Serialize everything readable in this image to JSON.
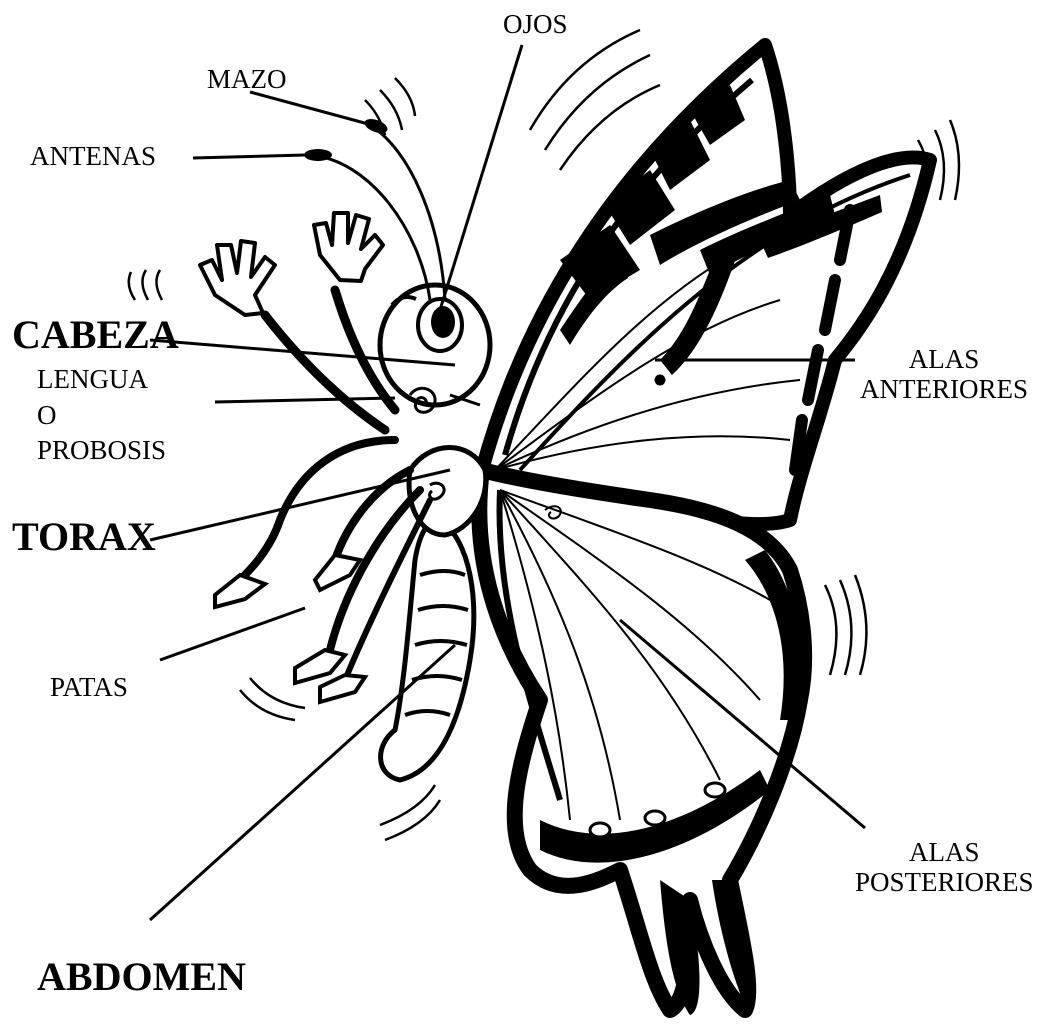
{
  "diagram": {
    "labels": {
      "ojos": "OJOS",
      "mazo": "MAZO",
      "antenas": "ANTENAS",
      "cabeza": "CABEZA",
      "lengua_line1": "LENGUA",
      "lengua_line2": "O",
      "lengua_line3": "PROBOSIS",
      "torax": "TORAX",
      "patas": "PATAS",
      "abdomen": "ABDOMEN",
      "alas_anteriores_line1": "ALAS",
      "alas_anteriores_line2": "ANTERIORES",
      "alas_posteriores_line1": "ALAS",
      "alas_posteriores_line2": "POSTERIORES"
    }
  }
}
